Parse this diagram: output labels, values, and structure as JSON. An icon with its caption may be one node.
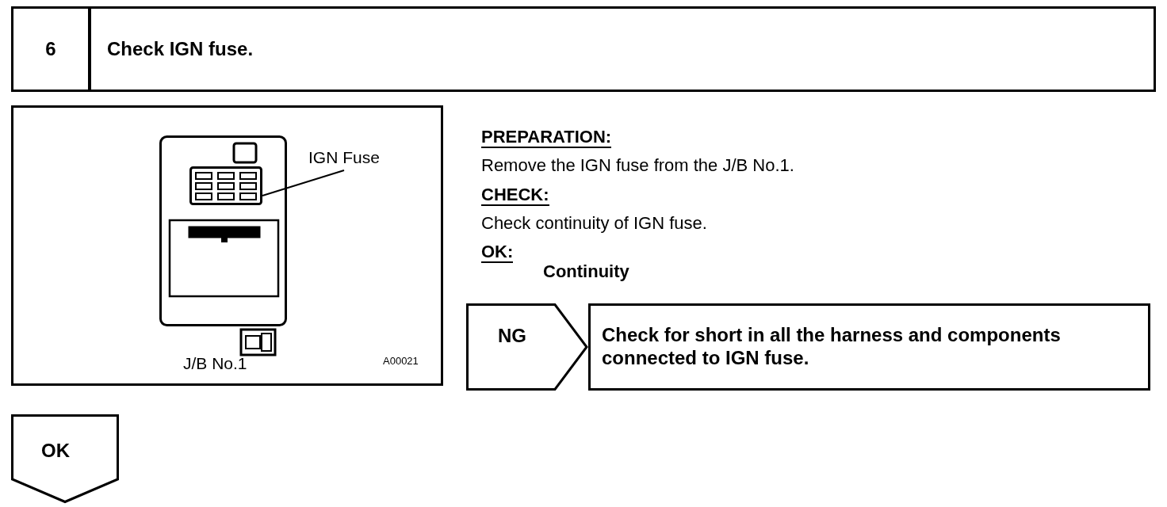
{
  "diagram": {
    "nodes": [
      {
        "text": [
          "6"
        ]
      },
      {
        "text": [
          "Check IGN fuse."
        ]
      },
      {
        "text": [],
        "shape": "box"
      },
      {
        "text": [
          "IGN Fuse"
        ],
        "in": 2
      },
      {
        "text": [],
        "shape": "box",
        "in": 2
      },
      {
        "text": [
          "NG"
        ]
      },
      {
        "text": [
          "Check for short in all the harness and components connected to IGN fuse."
        ]
      },
      {
        "text": [
          "OK"
        ]
      }
    ],
    "edges": [
      {
        "from": 3,
        "to": 4,
        "arrow": "none"
      }
    ],
    "labels": [
      "PREPARATION:",
      "Remove the IGN fuse from the J/B No.1.",
      "CHECK:",
      "Check continuity of IGN fuse.",
      "OK:",
      "Continuity",
      "J/B No.1",
      "A00021"
    ]
  }
}
